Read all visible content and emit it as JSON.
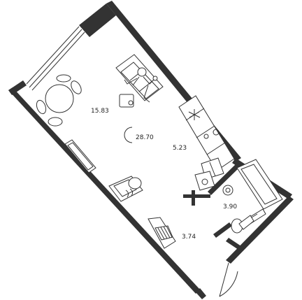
{
  "areas": {
    "living": "15.83",
    "total": "28.70",
    "kitchen": "5.23",
    "bathroom": "3.90",
    "hall": "3.74"
  }
}
